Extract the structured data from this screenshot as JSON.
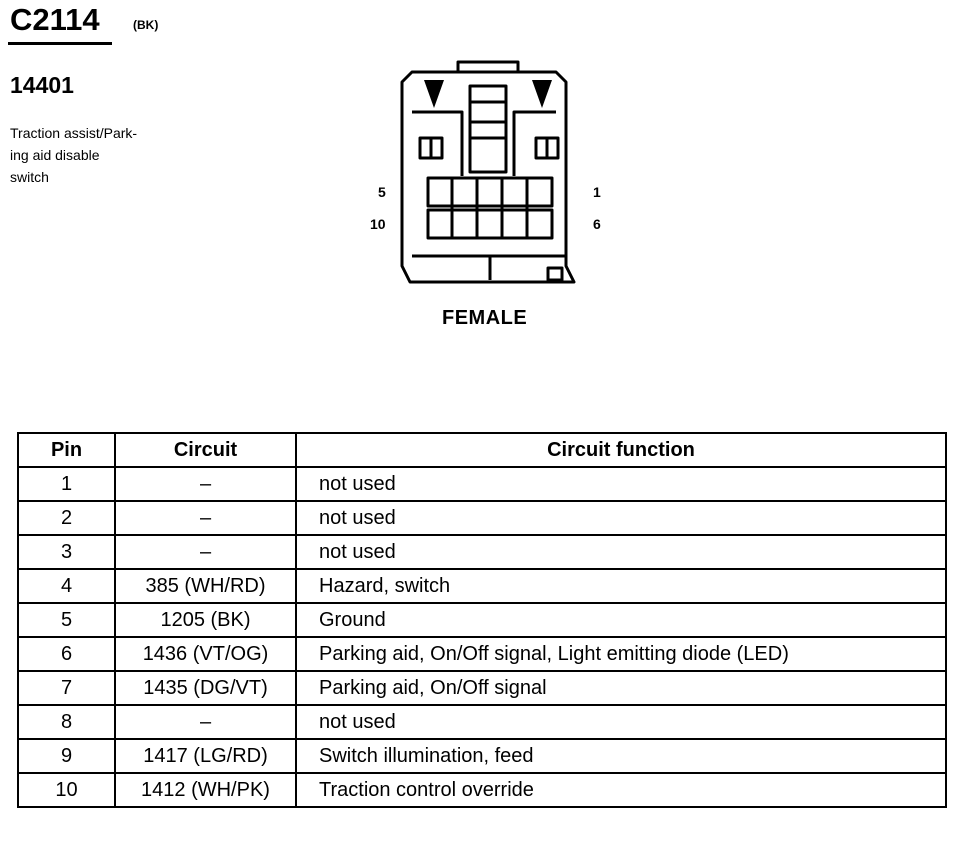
{
  "header": {
    "connector_id": "C2114",
    "connector_color": "(BK)",
    "part_number": "14401",
    "description_lines": [
      "Traction assist/Park-",
      "ing aid disable",
      "switch"
    ]
  },
  "diagram": {
    "pin_labels": {
      "top_left": "5",
      "top_right": "1",
      "bottom_left": "10",
      "bottom_right": "6"
    },
    "gender": "FEMALE"
  },
  "table": {
    "headers": [
      "Pin",
      "Circuit",
      "Circuit function"
    ],
    "rows": [
      {
        "pin": "1",
        "circuit": "–",
        "function": "not used"
      },
      {
        "pin": "2",
        "circuit": "–",
        "function": "not used"
      },
      {
        "pin": "3",
        "circuit": "–",
        "function": "not used"
      },
      {
        "pin": "4",
        "circuit": "385 (WH/RD)",
        "function": "Hazard, switch"
      },
      {
        "pin": "5",
        "circuit": "1205 (BK)",
        "function": "Ground"
      },
      {
        "pin": "6",
        "circuit": "1436 (VT/OG)",
        "function": "Parking aid, On/Off signal, Light emitting diode (LED)"
      },
      {
        "pin": "7",
        "circuit": "1435 (DG/VT)",
        "function": "Parking aid, On/Off signal"
      },
      {
        "pin": "8",
        "circuit": "–",
        "function": "not used"
      },
      {
        "pin": "9",
        "circuit": "1417 (LG/RD)",
        "function": "Switch illumination, feed"
      },
      {
        "pin": "10",
        "circuit": "1412 (WH/PK)",
        "function": "Traction control override"
      }
    ]
  }
}
